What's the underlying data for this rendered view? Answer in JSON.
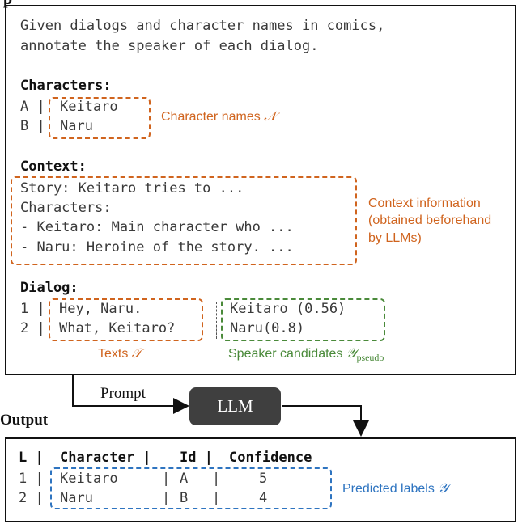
{
  "input_box": {
    "header_partial": "p",
    "instruction_line1": "Given dialogs and character names in comics,",
    "instruction_line2": "annotate the speaker of each dialog.",
    "characters_heading": "Characters:",
    "characters": [
      {
        "id": "A |",
        "name": "Keitaro"
      },
      {
        "id": "B |",
        "name": "Naru"
      }
    ],
    "characters_annotation": "Character names",
    "characters_symbol": "𝒩",
    "context_heading": "Context:",
    "context_lines": [
      "Story: Keitaro tries to ...",
      "Characters:",
      "- Keitaro: Main character who ...",
      "- Naru: Heroine of the story. ..."
    ],
    "context_annotation_line1": "Context information",
    "context_annotation_line2": "(obtained beforehand",
    "context_annotation_line3": "by LLMs)",
    "dialog_heading": "Dialog:",
    "dialogs": [
      {
        "id": "1 |",
        "text": "Hey, Naru.",
        "candidate": "Keitaro (0.56)"
      },
      {
        "id": "2 |",
        "text": "What, Keitaro?",
        "candidate": "Naru(0.8)"
      }
    ],
    "texts_annotation": "Texts",
    "texts_symbol": "𝒯",
    "candidates_annotation": "Speaker candidates",
    "candidates_symbol": "𝒴",
    "candidates_subscript": "pseudo"
  },
  "flow": {
    "prompt_label": "Prompt",
    "llm_label": "LLM"
  },
  "output_box": {
    "title": "Output",
    "header": {
      "l": "L |",
      "character": "Character |",
      "id": "Id |",
      "confidence": "Confidence"
    },
    "rows": [
      {
        "l": "1 |",
        "character": "Keitaro",
        "sep": "|",
        "id": "A",
        "sep2": "|",
        "confidence": "5"
      },
      {
        "l": "2 |",
        "character": "Naru",
        "sep": "|",
        "id": "B",
        "sep2": "|",
        "confidence": "4"
      }
    ],
    "predicted_annotation": "Predicted labels",
    "predicted_symbol": "𝒴"
  }
}
